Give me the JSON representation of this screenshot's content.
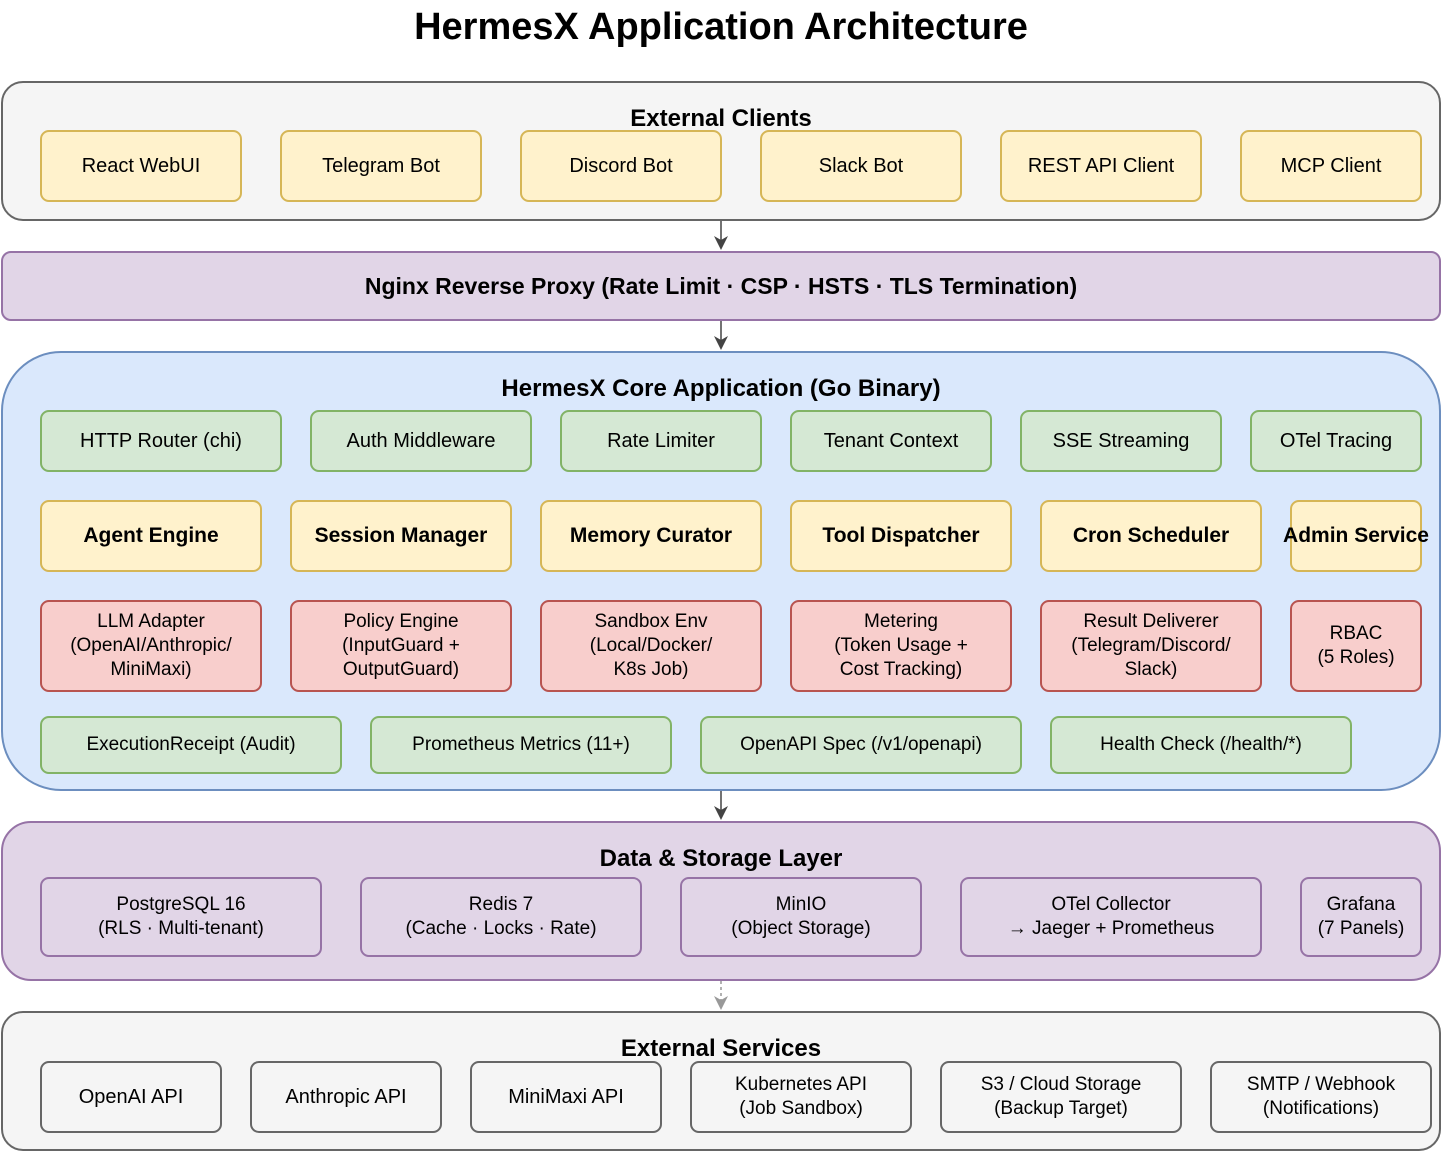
{
  "title": "HermesX Application Architecture",
  "external_clients": {
    "title": "External Clients",
    "items": [
      "React WebUI",
      "Telegram Bot",
      "Discord Bot",
      "Slack Bot",
      "REST API Client",
      "MCP Client"
    ]
  },
  "proxy": {
    "label": "Nginx Reverse Proxy (Rate Limit · CSP · HSTS · TLS Termination)"
  },
  "core": {
    "title": "HermesX Core Application (Go Binary)",
    "middleware": [
      "HTTP Router (chi)",
      "Auth Middleware",
      "Rate Limiter",
      "Tenant Context",
      "SSE Streaming",
      "OTel Tracing"
    ],
    "services": [
      "Agent Engine",
      "Session Manager",
      "Memory Curator",
      "Tool Dispatcher",
      "Cron Scheduler",
      "Admin Service"
    ],
    "adapters": [
      "LLM Adapter\n(OpenAI/Anthropic/\nMiniMaxi)",
      "Policy Engine\n(InputGuard +\nOutputGuard)",
      "Sandbox Env\n(Local/Docker/\nK8s Job)",
      "Metering\n(Token Usage +\nCost Tracking)",
      "Result Deliverer\n(Telegram/Discord/\nSlack)",
      "RBAC\n(5 Roles)"
    ],
    "observability": [
      "ExecutionReceipt (Audit)",
      "Prometheus Metrics (11+)",
      "OpenAPI Spec (/v1/openapi)",
      "Health Check (/health/*)"
    ]
  },
  "storage": {
    "title": "Data & Storage Layer",
    "items": [
      "PostgreSQL 16\n(RLS · Multi-tenant)",
      "Redis 7\n(Cache · Locks · Rate)",
      "MinIO\n(Object Storage)",
      "OTel Collector\n→ Jaeger + Prometheus",
      "Grafana\n(7 Panels)"
    ]
  },
  "external_services": {
    "title": "External Services",
    "items": [
      "OpenAI API",
      "Anthropic API",
      "MiniMaxi API",
      "Kubernetes API\n(Job Sandbox)",
      "S3 / Cloud Storage\n(Backup Target)",
      "SMTP / Webhook\n(Notifications)"
    ]
  },
  "colors": {
    "yellow_fill": "#fff2cc",
    "yellow_border": "#d6b656",
    "green_fill": "#d5e8d4",
    "green_border": "#82b366",
    "red_fill": "#f8cecc",
    "red_border": "#b85450",
    "purple_fill": "#e1d5e7",
    "purple_border": "#9673a6",
    "blue_fill": "#dae8fc",
    "blue_border": "#6c8ebf",
    "gray_fill": "#f5f5f5",
    "gray_border": "#666666"
  }
}
